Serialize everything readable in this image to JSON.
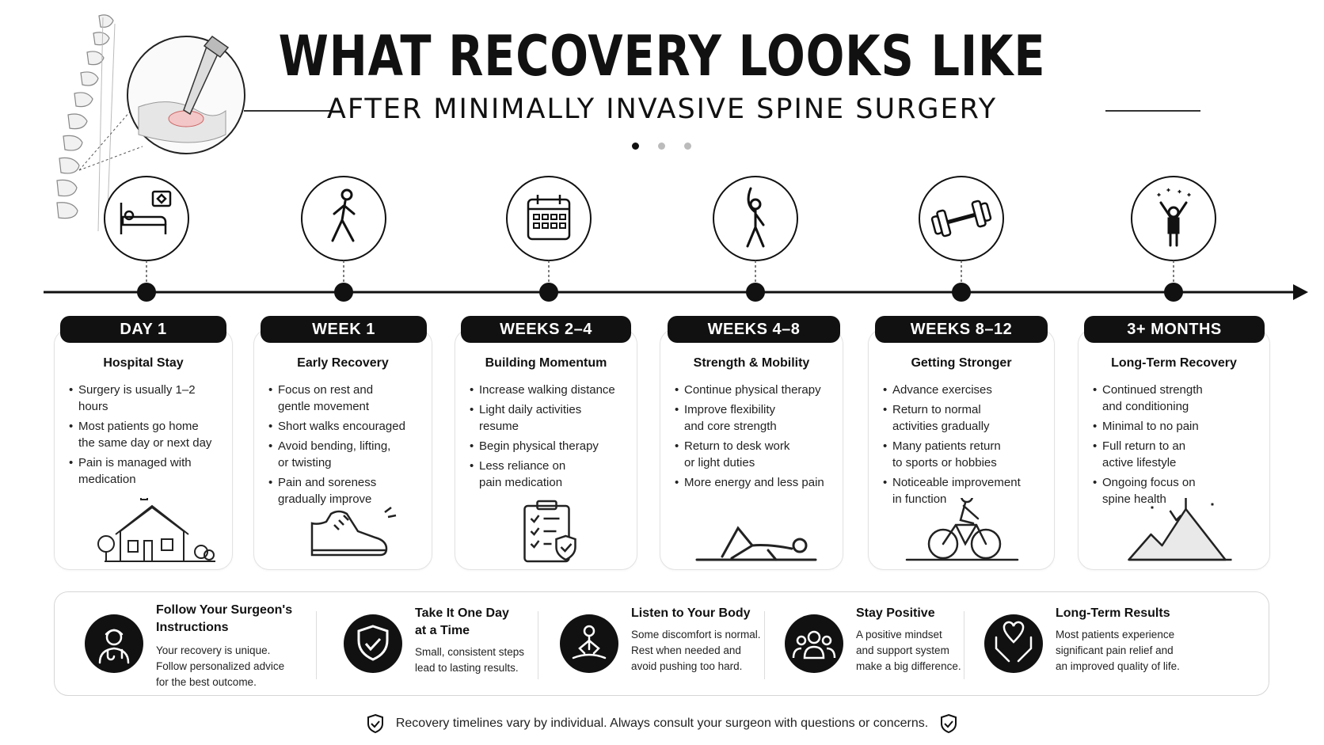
{
  "header": {
    "title": "WHAT RECOVERY LOOKS LIKE",
    "subtitle": "AFTER MINIMALLY INVASIVE SPINE SURGERY"
  },
  "pager": {
    "count": 3,
    "active": 1
  },
  "stages": [
    {
      "label": "DAY 1",
      "title": "Hospital Stay",
      "icon": "hospital-bed-icon",
      "illustration": "house-illustration",
      "bullets": [
        [
          "Surgery is usually 1–2 hours"
        ],
        [
          "Most patients go home",
          "the same day or next day"
        ],
        [
          "Pain is managed with",
          "medication"
        ]
      ]
    },
    {
      "label": "WEEK 1",
      "title": "Early Recovery",
      "icon": "walking-person-icon",
      "illustration": "sneaker-illustration",
      "bullets": [
        [
          "Focus on rest and",
          "gentle movement"
        ],
        [
          "Short walks encouraged"
        ],
        [
          "Avoid bending, lifting,",
          "or twisting"
        ],
        [
          "Pain and soreness",
          "gradually improve"
        ]
      ]
    },
    {
      "label": "WEEKS 2–4",
      "title": "Building Momentum",
      "icon": "calendar-icon",
      "illustration": "checklist-illustration",
      "bullets": [
        [
          "Increase walking distance"
        ],
        [
          "Light daily activities",
          "resume"
        ],
        [
          "Begin physical therapy"
        ],
        [
          "Less reliance on",
          "pain medication"
        ]
      ]
    },
    {
      "label": "WEEKS 4–8",
      "title": "Strength & Mobility",
      "icon": "stretching-person-icon",
      "illustration": "exercise-illustration",
      "bullets": [
        [
          "Continue physical therapy"
        ],
        [
          "Improve flexibility",
          "and core strength"
        ],
        [
          "Return to desk work",
          "or light duties"
        ],
        [
          "More energy and less pain"
        ]
      ]
    },
    {
      "label": "WEEKS 8–12",
      "title": "Getting Stronger",
      "icon": "dumbbell-icon",
      "illustration": "cyclist-illustration",
      "bullets": [
        [
          "Advance exercises"
        ],
        [
          "Return to normal",
          "activities gradually"
        ],
        [
          "Many patients return",
          "to sports or hobbies"
        ],
        [
          "Noticeable improvement",
          "in function"
        ]
      ]
    },
    {
      "label": "3+ MONTHS",
      "title": "Long-Term Recovery",
      "icon": "celebrating-person-icon",
      "illustration": "mountain-flag-illustration",
      "bullets": [
        [
          "Continued strength",
          "and conditioning"
        ],
        [
          "Minimal to no pain"
        ],
        [
          "Full return to an",
          "active lifestyle"
        ],
        [
          "Ongoing focus on",
          "spine health"
        ]
      ]
    }
  ],
  "tips": [
    {
      "icon": "doctor-icon",
      "title": [
        "Follow Your Surgeon's",
        "Instructions"
      ],
      "desc": [
        "Your recovery is unique.",
        "Follow personalized advice",
        "for the best outcome."
      ]
    },
    {
      "icon": "shield-check-icon",
      "title": [
        "Take It One Day",
        "at a Time"
      ],
      "desc": [
        "Small, consistent steps",
        "lead to lasting results."
      ]
    },
    {
      "icon": "meditation-icon",
      "title": [
        "Listen to Your Body"
      ],
      "desc": [
        "Some discomfort is normal.",
        "Rest when needed and",
        "avoid pushing too hard."
      ]
    },
    {
      "icon": "group-icon",
      "title": [
        "Stay Positive"
      ],
      "desc": [
        "A positive mindset",
        "and support system",
        "make a big difference."
      ]
    },
    {
      "icon": "heart-hands-icon",
      "title": [
        "Long-Term Results"
      ],
      "desc": [
        "Most patients experience",
        "significant pain relief and",
        "an improved quality of life."
      ]
    }
  ],
  "footer": {
    "note": "Recovery timelines vary by individual. Always consult your surgeon with questions or concerns."
  }
}
